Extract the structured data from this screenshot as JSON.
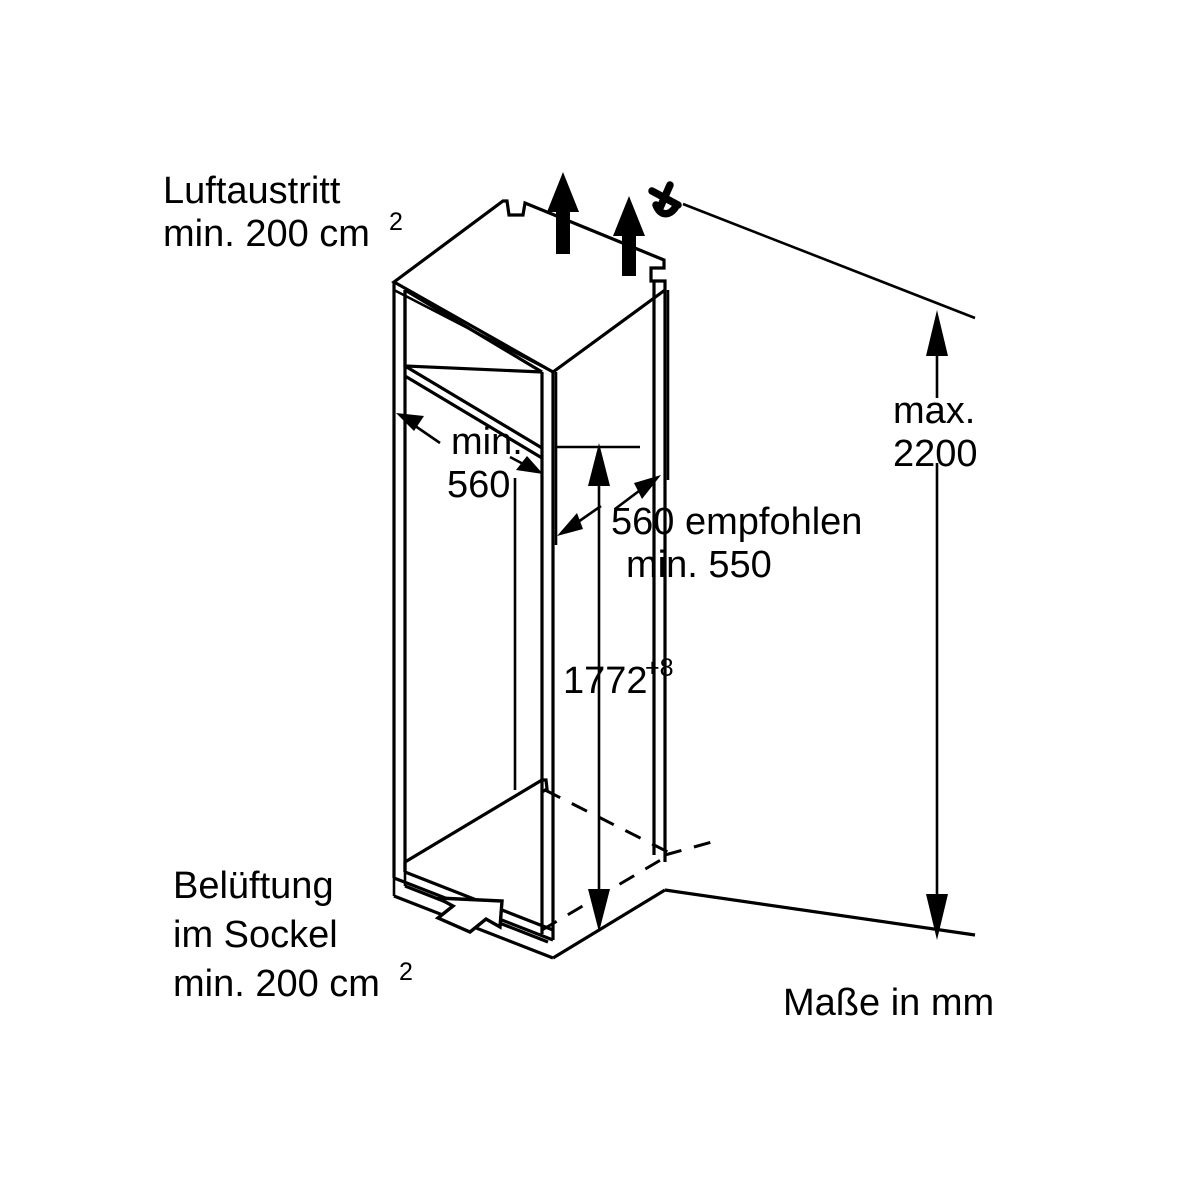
{
  "diagram": {
    "title": "Einbaumass-Zeichnung Kuehlschrank Nische",
    "units_note": "Maße in mm",
    "labels": {
      "air_outlet_line1": "Luftaustritt",
      "air_outlet_line2": "min. 200 cm",
      "air_outlet_sup": "2",
      "plinth_line1": "Belüftung",
      "plinth_line2": "im Sockel",
      "plinth_line3": "min. 200 cm",
      "plinth_sup": "2",
      "width_line1": "min.",
      "width_line2": "560",
      "depth_line1": "560 empfohlen",
      "depth_line2": "min. 550",
      "height_value": "1772",
      "height_tolerance": "+8",
      "max_height_line1": "max.",
      "max_height_line2": "2200",
      "units": "Maße in mm"
    },
    "dimensions": {
      "niche_width_min_mm": 560,
      "niche_depth_recommended_mm": 560,
      "niche_depth_min_mm": 550,
      "niche_height_mm": 1772,
      "niche_height_tolerance_mm": 8,
      "max_installation_height_mm": 2200,
      "air_outlet_area_cm2": 200,
      "plinth_vent_area_cm2": 200
    },
    "icons": {
      "air_flow_up": "up-arrow",
      "plinth_air_flow": "hollow-up-right-arrow",
      "power_socket": "power-socket-symbol"
    },
    "colors": {
      "line": "#000000",
      "background": "#ffffff",
      "text": "#000000"
    }
  }
}
